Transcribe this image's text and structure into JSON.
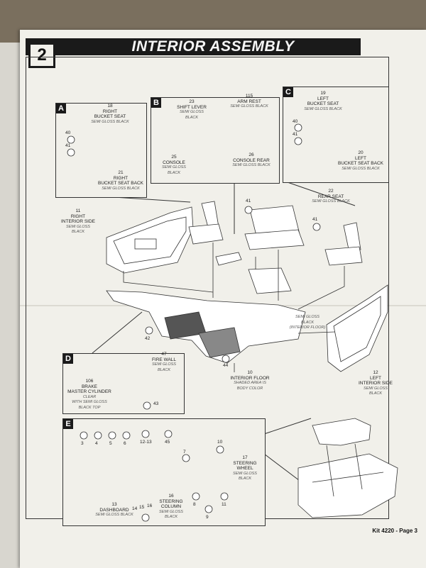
{
  "step_number": "2",
  "title": "INTERIOR ASSEMBLY",
  "footer": "Kit 4220 - Page 3",
  "panels": {
    "a": {
      "label": "A",
      "p18": {
        "num": "18",
        "name1": "RIGHT",
        "name2": "BUCKET SEAT",
        "paint": "SEMI GLOSS BLACK"
      },
      "p21": {
        "num": "21",
        "name1": "RIGHT",
        "name2": "BUCKET SEAT BACK",
        "paint": "SEMI GLOSS BLACK"
      },
      "c40": "40",
      "c41": "41"
    },
    "b": {
      "label": "B",
      "p23": {
        "num": "23",
        "name": "SHIFT LEVER",
        "paint1": "SEMI GLOSS",
        "paint2": "BLACK"
      },
      "p115": {
        "num": "115",
        "name": "ARM REST",
        "paint": "SEMI GLOSS BLACK"
      },
      "p25": {
        "num": "25",
        "name": "CONSOLE",
        "paint1": "SEMI GLOSS",
        "paint2": "BLACK"
      },
      "p26": {
        "num": "26",
        "name": "CONSOLE REAR",
        "paint": "SEMI GLOSS BLACK"
      }
    },
    "c": {
      "label": "C",
      "p19": {
        "num": "19",
        "name1": "LEFT",
        "name2": "BUCKET SEAT",
        "paint": "SEMI GLOSS BLACK"
      },
      "p20": {
        "num": "20",
        "name1": "LEFT",
        "name2": "BUCKET SEAT BACK",
        "paint": "SEMI GLOSS BLACK"
      },
      "c40": "40",
      "c41": "41"
    },
    "d": {
      "label": "D",
      "p47": {
        "num": "47",
        "name": "FIRE WALL",
        "paint1": "SEMI GLOSS",
        "paint2": "BLACK"
      },
      "p106": {
        "num": "106",
        "name1": "BRAKE",
        "name2": "MASTER CYLINDER",
        "paint1": "CLEAR",
        "paint2": "WITH SEMI GLOSS",
        "paint3": "BLACK TOP"
      },
      "c43": "43"
    },
    "e": {
      "label": "E",
      "gauges": [
        "3",
        "4",
        "5",
        "6",
        "12-13",
        "45"
      ],
      "c7": "7",
      "c8": "8",
      "c9": "9",
      "c10": "10",
      "c11": "11",
      "c14": "14",
      "c15": "15",
      "c16": "16",
      "p13": {
        "num": "13",
        "name": "DASHBOARD",
        "paint": "SEMI GLOSS BLACK"
      },
      "p16": {
        "num": "16",
        "name1": "STEERING",
        "name2": "COLUMN",
        "paint1": "SEMI GLOSS",
        "paint2": "BLACK"
      },
      "p17": {
        "num": "17",
        "name1": "STEERING",
        "name2": "WHEEL",
        "paint1": "SEMI GLOSS",
        "paint2": "BLACK"
      }
    }
  },
  "main": {
    "p11": {
      "num": "11",
      "name1": "RIGHT",
      "name2": "INTERIOR SIDE",
      "paint1": "SEMI GLOSS",
      "paint2": "BLACK"
    },
    "p22": {
      "num": "22",
      "name": "REAR SEAT",
      "paint": "SEMI GLOSS BLACK"
    },
    "p10": {
      "num": "10",
      "name": "INTERIOR FLOOR",
      "paint1": "SHADED AREA IS",
      "paint2": "BODY COLOR"
    },
    "p12": {
      "num": "12",
      "name1": "LEFT",
      "name2": "INTERIOR SIDE",
      "paint1": "SEMI GLOSS",
      "paint2": "BLACK"
    },
    "floor_note": {
      "line1": "SEMI GLOSS",
      "line2": "BLACK",
      "line3": "(INTERIOR FLOOR)"
    },
    "c41a": "41",
    "c41b": "41",
    "c42": "42",
    "c44": "44"
  }
}
